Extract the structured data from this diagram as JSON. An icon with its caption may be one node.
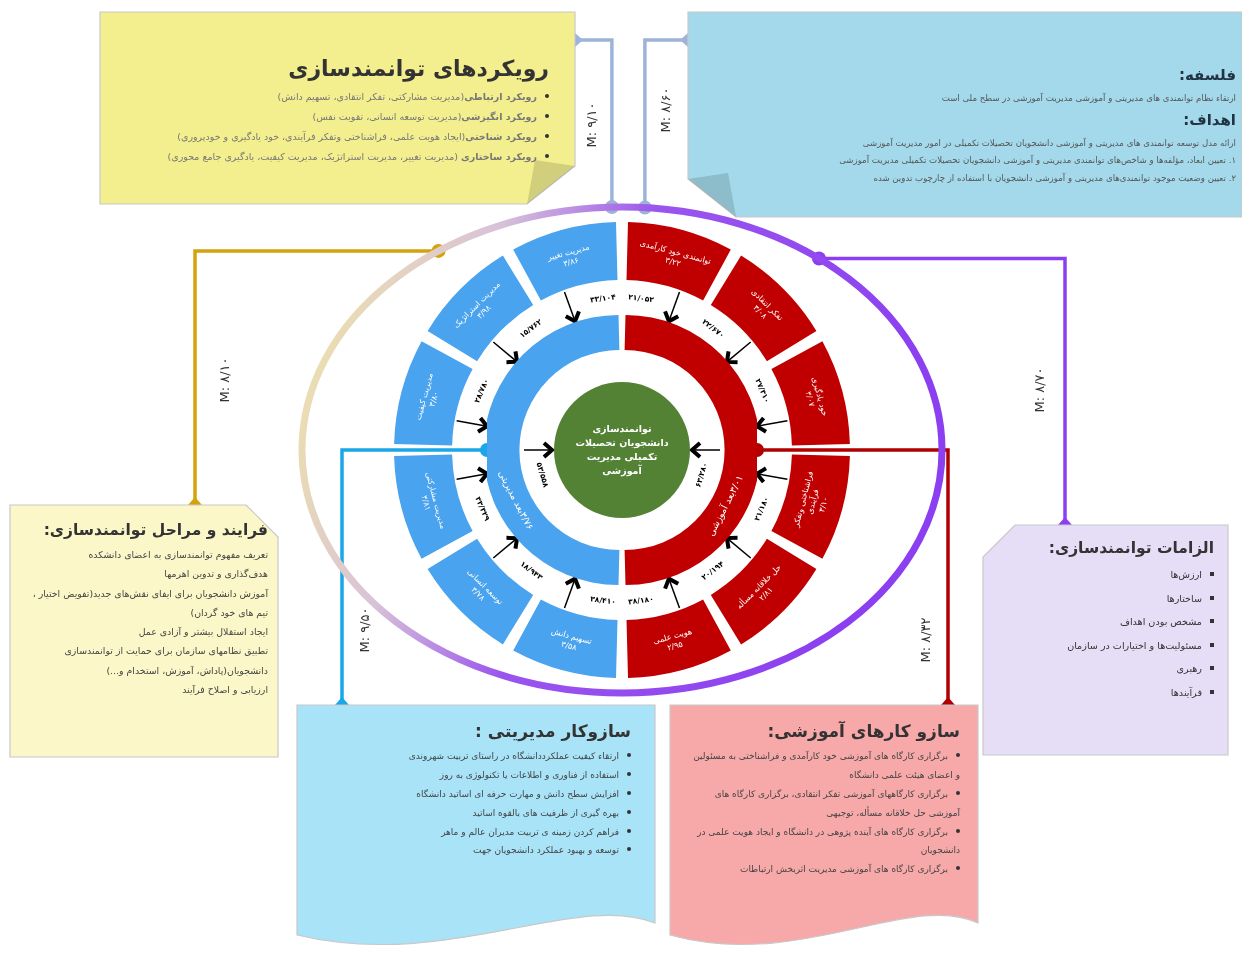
{
  "diagram": {
    "nodes": [
      {
        "text": [
          "رویکردهای توانمندسازی",
          "**رویکرد ارتباطی**(مدیریت مشارکتی، تفکر انتقادی، تسهیم دانش)",
          "**رویکرد انگیزشی**(مدیریت توسعه انسانی، تقویت نفس)",
          "**رویکرد شناختی**(ایجاد هویت علمی، فراشناختی وتفکر فرآیندی، خود یادگیری و خودپروری)",
          "**رویکرد ساختاری** (مدیریت تغییر، مدیریت استراتژیک، مدیریت کیفیت، یادگیری جامع محوری)"
        ]
      },
      {
        "text": [
          "فلسفه:",
          "ارتقاء نظام توانمندی های مدیریتی و آموزشی مدیریت آموزشی در سطح ملی است",
          "اهداف:",
          "ارائه مدل توسعه توانمندی های مدیریتی و آموزشی دانشجویان تحصیلات تکمیلی در امور مدیریت آموزشی",
          "۱. تعیین ابعاد، مؤلفه‌ها و شاخص‌های توانمندی مدیریتی و آموزشی دانشجویان تحصیلات تکمیلی مدیریت آموزشی",
          "۲. تعیین وضعیت موجود توانمندی‌های مدیریتی و آموزشی دانشجویان با استفاده از چارچوب تدوین شده"
        ]
      },
      {
        "text": [],
        "shape": "circle"
      },
      {
        "text": [
          "فرایند و مراحل توانمندسازی:",
          "تعریف مفهوم توانمندسازی به اعضای دانشکده",
          "هدف‌گذاری و تدوین اهرمها",
          "آموزش دانشجویان برای ایفای نقش‌های جدید(تفویض اختیار ، تیم های خود گردان)",
          "ایجاد استقلال بیشتر و آزادی عمل",
          "تطبیق نظامهای سازمان برای حمایت از توانمندسازی دانشجویان(پاداش، آموزش، استخدام و...)",
          "ارزیابی و اصلاح فرآیند"
        ]
      },
      {
        "text": [
          "الزامات توانمندسازی:",
          "ارزش‌ها",
          "ساختارها",
          "مشخص بودن اهداف",
          "مسئولیت‌ها و اختیارات در سازمان",
          "رهبری",
          "فرآیندها"
        ]
      },
      {
        "text": [
          "توانمندسازی دانشجویان تحصیلات تکمیلی مدیریت آموزشی"
        ],
        "in": 2
      },
      {
        "text": [
          "بعد مدیریتی",
          "۳/۷۶"
        ],
        "in": 2
      },
      {
        "text": [
          "بعد آموزشی",
          "۳/۰۱"
        ],
        "in": 2
      },
      {
        "text": [
          "مدیریت تغییر",
          "۳/۸۶"
        ],
        "in": 2
      },
      {
        "text": [
          "مدیریت استراتژیک",
          "۳/۹۸"
        ],
        "in": 2
      },
      {
        "text": [
          "مدیریت کیفیت",
          "۳/۸۰"
        ],
        "in": 2
      },
      {
        "text": [
          "مدیریت مشارکتی",
          "۳/۸۱"
        ],
        "in": 2
      },
      {
        "text": [
          "توسعه انسانی",
          "۳/۷۸"
        ],
        "in": 2
      },
      {
        "text": [
          "تسهیم دانش",
          "۳/۵۸"
        ],
        "in": 2
      },
      {
        "text": [
          "توانمندی خود کارآمدی",
          "۳/۲۲"
        ],
        "in": 2
      },
      {
        "text": [
          "تفکر انتقادی",
          "۳/۰۸"
        ],
        "in": 2
      },
      {
        "text": [
          "خود یادگیری",
          "۳/۰۷"
        ],
        "in": 2
      },
      {
        "text": [
          "فراشناختی وتفکر فرآیندی",
          "۳/۱۰"
        ],
        "in": 2
      },
      {
        "text": [
          "حل خلاقانه مسأله",
          "۲/۸۱"
        ],
        "in": 2
      },
      {
        "text": [
          "هویت علمی",
          "۲/۹۵"
        ],
        "in": 2
      },
      {
        "text": [
          "سازوکار مدیریتی :",
          "ارتقاء کیفیت عملکرددانشگاه در راستای تربیت شهروندی",
          "استفاده از فناوری و اطلاعات یا تکنولوژی به روز",
          "افزایش سطح دانش و مهارت حرفه ای اساتید دانشگاه",
          "بهره گیری از ظرفیت های بالقوه اساتید",
          "فراهم کردن زمینه ی تربیت مدیران عالم و ماهر",
          "توسعه و بهبود عملکرد دانشجویان جهت"
        ]
      },
      {
        "text": [
          "سازو کارهای آموزشی:",
          "برگزاری کارگاه های آموزشی خود کارآمدی و فراشناختی به مسئولین و اعضای هیئت علمی دانشگاه",
          "برگزاری کارگاههای آموزشی تفکر انتقادی، برگزاری کارگاه های آموزشی حل خلاقانه مسأله، توجیهی",
          "برگزاری کارگاه های آینده پژوهی در دانشگاه و ایجاد هویت علمی در دانشجویان",
          "برگزاری کارگاه های آموزشی مدیریت اثربخش ارتباطات"
        ]
      }
    ],
    "edges": [
      {
        "from": 2,
        "to": 0,
        "arrow": "other",
        "label": "M: ۹/۱۰",
        "style": "thick",
        "color": "#9db4d8"
      },
      {
        "from": 2,
        "to": 1,
        "arrow": "other",
        "label": "M: ۸/۶۰",
        "style": "thick",
        "color": "#9db4d8"
      },
      {
        "from": 2,
        "to": 3,
        "arrow": "other",
        "label": "M: ۸/۱۰",
        "style": "thick",
        "color": "#d4a20c"
      },
      {
        "from": 2,
        "to": 4,
        "arrow": "other",
        "label": "M: ۸/۷۰",
        "style": "thick",
        "color": "#8b3ff0"
      },
      {
        "from": 6,
        "to": 20,
        "arrow": "other",
        "label": "M: ۹/۵۰",
        "style": "thick",
        "color": "#1aa7e8"
      },
      {
        "from": 7,
        "to": 21,
        "arrow": "other",
        "label": "M: ۸/۳۲",
        "style": "thick",
        "color": "#b00000"
      },
      {
        "from": 8,
        "to": 6,
        "arrow": "to",
        "label": "۳۳/۱۰۴"
      },
      {
        "from": 9,
        "to": 6,
        "arrow": "to",
        "label": "۱۵/۷۶۲"
      },
      {
        "from": 10,
        "to": 6,
        "arrow": "to",
        "label": "۲۸/۷۸۰"
      },
      {
        "from": 11,
        "to": 6,
        "arrow": "to",
        "label": "۳۳/۳۲۹"
      },
      {
        "from": 12,
        "to": 6,
        "arrow": "to",
        "label": "۱۸/۹۴۳"
      },
      {
        "from": 13,
        "to": 6,
        "arrow": "to",
        "label": "۳۸/۴۱۰"
      },
      {
        "from": 14,
        "to": 7,
        "arrow": "to",
        "label": "۲۱/۰۵۲"
      },
      {
        "from": 15,
        "to": 7,
        "arrow": "to",
        "label": "۲۲/۶۷۰"
      },
      {
        "from": 16,
        "to": 7,
        "arrow": "to",
        "label": "۲۷/۳۱۰"
      },
      {
        "from": 17,
        "to": 7,
        "arrow": "to",
        "label": "۲۱/۱۸۰"
      },
      {
        "from": 18,
        "to": 7,
        "arrow": "to",
        "label": "۲۰/۱۹۴"
      },
      {
        "from": 19,
        "to": 7,
        "arrow": "to",
        "label": "۳۸/۱۸۰"
      },
      {
        "from": 6,
        "to": 5,
        "arrow": "to",
        "label": "۵۳/۵۵۸"
      },
      {
        "from": 7,
        "to": 5,
        "arrow": "to",
        "label": "۶۳/۲۸۰"
      }
    ]
  }
}
